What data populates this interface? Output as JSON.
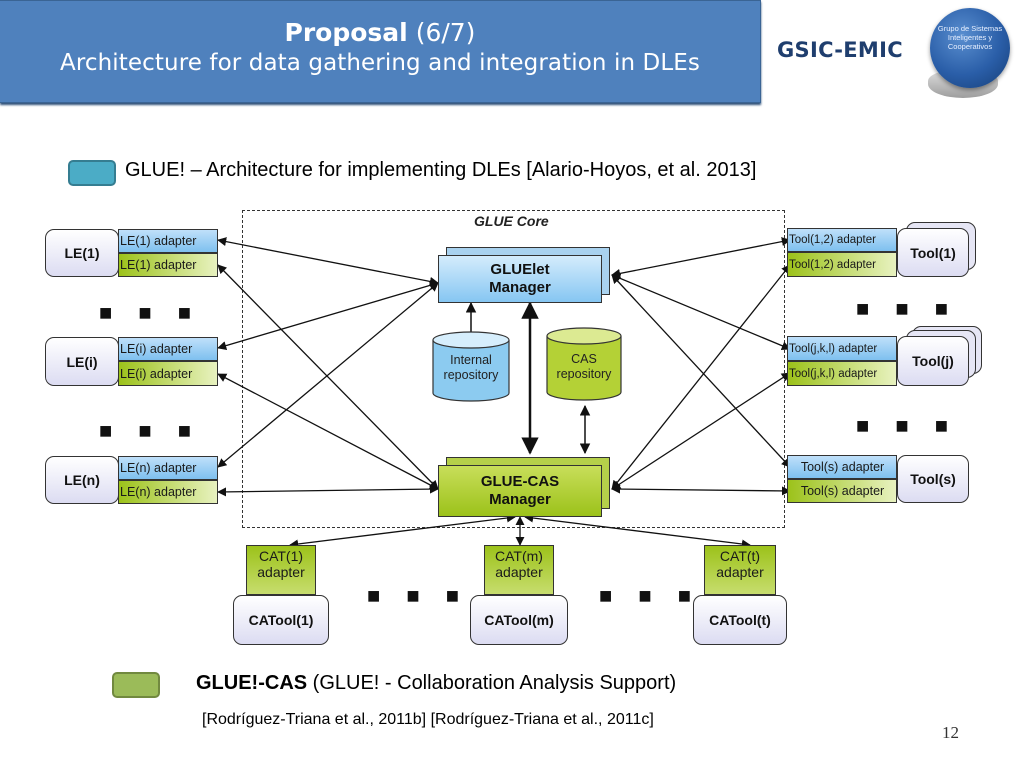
{
  "header": {
    "title_bold": "Proposal",
    "title_suffix": " (6/7)",
    "subtitle": "Architecture for data gathering and integration in DLEs",
    "title_bar_color": "#4f81bd"
  },
  "logo": {
    "name": "GSIC-EMIC",
    "globe_text": "Grupo de Sistemas Inteligentes y Cooperativos"
  },
  "legend": {
    "glue": {
      "swatch_color": "#4bacc6",
      "text": "GLUE! – Architecture for implementing DLEs [Alario-Hoyos, et al. 2013]"
    },
    "glue_cas": {
      "swatch_color": "#9bbb59",
      "bold": "GLUE!-CAS",
      "text": " (GLUE! - Collaboration Analysis Support)",
      "references": "[Rodríguez-Triana et al., 2011b] [Rodríguez-Triana et al., 2011c]"
    }
  },
  "page_number": "12",
  "diagram": {
    "core_label": "GLUE Core",
    "gluelet_manager": "GLUElet Manager",
    "gluecas_manager": "GLUE-CAS Manager",
    "internal_repository": "Internal repository",
    "cas_repository": "CAS repository",
    "ellipsis": "■ ■ ■",
    "les": [
      {
        "label": "LE(1)",
        "adapter_blue": "LE(1) adapter",
        "adapter_green": "LE(1) adapter"
      },
      {
        "label": "LE(i)",
        "adapter_blue": "LE(i) adapter",
        "adapter_green": "LE(i) adapter"
      },
      {
        "label": "LE(n)",
        "adapter_blue": "LE(n) adapter",
        "adapter_green": "LE(n) adapter"
      }
    ],
    "tools": [
      {
        "label": "Tool(1)",
        "adapter_blue": "Tool(1,2) adapter",
        "adapter_green": "Tool(1,2) adapter"
      },
      {
        "label": "Tool(j)",
        "adapter_blue": "Tool(j,k,l) adapter",
        "adapter_green": "Tool(j,k,l) adapter"
      },
      {
        "label": "Tool(s)",
        "adapter_blue": "Tool(s) adapter",
        "adapter_green": "Tool(s) adapter"
      }
    ],
    "catools": [
      {
        "label": "CATool(1)",
        "adapter": "CAT(1) adapter"
      },
      {
        "label": "CATool(m)",
        "adapter": "CAT(m) adapter"
      },
      {
        "label": "CATool(t)",
        "adapter": "CAT(t) adapter"
      }
    ]
  }
}
